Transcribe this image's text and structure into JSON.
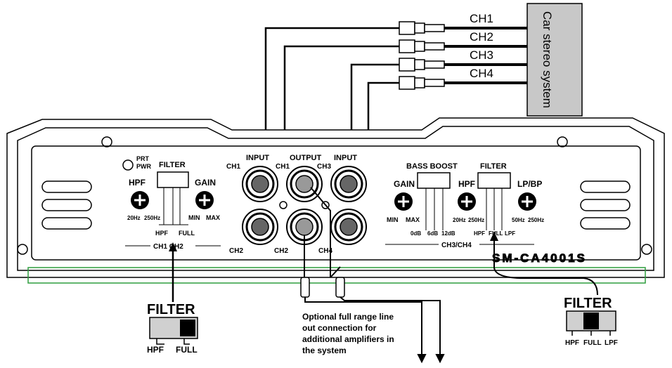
{
  "channels": [
    "CH1",
    "CH2",
    "CH3",
    "CH4"
  ],
  "head_unit": {
    "label": "Car stereo system"
  },
  "panel_left": {
    "prt_pwr": [
      "PRT",
      "PWR"
    ],
    "filter_title": "FILTER",
    "hpf": "HPF",
    "gain": "GAIN",
    "hpf_range_min": "20Hz",
    "hpf_range_max": "250Hz",
    "gain_min": "MIN",
    "gain_max": "MAX",
    "switch_hpf": "HPF",
    "switch_full": "FULL",
    "section": "CH1 CH2"
  },
  "center": {
    "input_left": "INPUT",
    "output": "OUTPUT",
    "input_right": "INPUT",
    "ch1_a": "CH1",
    "ch1_b": "CH1",
    "ch3": "CH3",
    "ch2_a": "CH2",
    "ch2_b": "CH2",
    "ch4": "CH4"
  },
  "panel_right": {
    "bass_boost": "BASS BOOST",
    "filter_title": "FILTER",
    "gain": "GAIN",
    "hpf": "HPF",
    "lpbp": "LP/BP",
    "gain_min": "MIN",
    "gain_max": "MAX",
    "bass_0": "0dB",
    "bass_6": "6dB",
    "bass_12": "12dB",
    "hpf_min": "20Hz",
    "hpf_max": "250Hz",
    "sw_hpf": "HPF",
    "sw_full": "FULL",
    "sw_lpf": "LPF",
    "lp_min": "50Hz",
    "lp_max": "250Hz",
    "section": "CH3/CH4",
    "model": "SM-CA4001S"
  },
  "callout_left": {
    "title": "FILTER",
    "hpf": "HPF",
    "full": "FULL"
  },
  "callout_right": {
    "title": "FILTER",
    "hpf": "HPF",
    "full": "FULL",
    "lpf": "LPF"
  },
  "note": [
    "Optional full range line",
    "out connection for",
    "additional amplifiers in",
    "the system"
  ],
  "colors": {
    "line": "#000000",
    "highlight_box": "#2e9e3e",
    "stereo_fill": "#c8c8c8"
  }
}
